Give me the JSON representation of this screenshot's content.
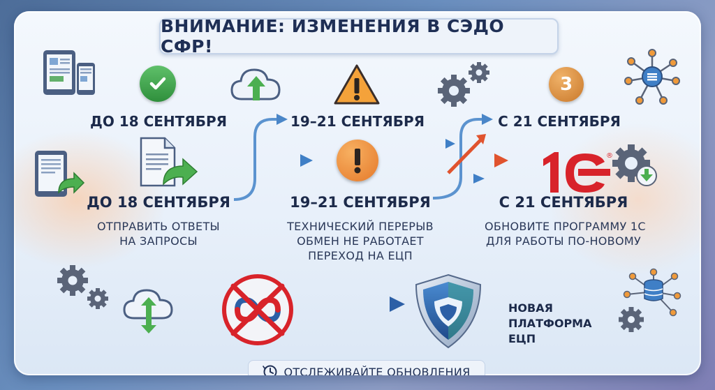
{
  "title": "ВНИМАНИЕ: ИЗМЕНЕНИЯ В СЭДО СФР!",
  "top_row": {
    "step1_date": "ДО 18 СЕНТЯБРЯ",
    "step2_date": "19–21 СЕНТЯБРЯ",
    "step3_date": "С 21 СЕНТЯБРЯ",
    "step3_badge": "3"
  },
  "middle_row": {
    "step1": {
      "date": "ДО 18 СЕНТЯБРЯ",
      "lines": [
        "ОТПРАВИТЬ ОТВЕТЫ",
        "НА ЗАПРОСЫ"
      ]
    },
    "step2": {
      "date": "19–21 СЕНТЯБРЯ",
      "lines": [
        "ТЕХНИЧЕСКИЙ ПЕРЕРЫВ",
        "ОБМЕН НЕ РАБОТАЕТ",
        "ПЕРЕХОД НА ЕЦП"
      ]
    },
    "step3": {
      "date": "С 21 СЕНТЯБРЯ",
      "lines": [
        "ОБНОВИТЕ ПРОГРАММУ 1С",
        "ДЛЯ РАБОТЫ ПО-НОВОМУ"
      ]
    }
  },
  "logo_1c": {
    "text": "1С",
    "mark": "®"
  },
  "platform": {
    "lines": [
      "НОВАЯ",
      "ПЛАТФОРМА",
      "ЕЦП"
    ]
  },
  "footer": {
    "label": "ОТСЛЕЖИВАЙТЕ ОБНОВЛЕНИЯ",
    "icon": "clock-icon"
  },
  "colors": {
    "accent_blue": "#3f7fc6",
    "warning_orange": "#f08a2e",
    "success_green": "#3a9a4a",
    "brand_1c_red": "#d8232a",
    "shield_blue": "#2c5fa6",
    "text_dark": "#1c2a4a"
  }
}
